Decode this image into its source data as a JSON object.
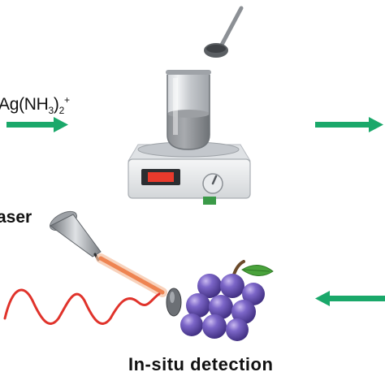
{
  "labels": {
    "reagent_main": "Ag(NH",
    "reagent_sub3": "3",
    "reagent_close": ")",
    "reagent_sub2": "2",
    "reagent_sup": "+",
    "laser": "aser",
    "detection": "In-situ  detection"
  },
  "icons": [
    "spoon-icon",
    "beaker-icon",
    "hotplate-icon",
    "laser-probe-icon",
    "grapes-icon",
    "wave-icon"
  ],
  "colors": {
    "arrow": "#1aa86a",
    "wave": "#e0332b",
    "beam": "#f29a6a",
    "grape": "#6b56b8",
    "leaf": "#4aa33c",
    "display": "#e83a2c"
  }
}
